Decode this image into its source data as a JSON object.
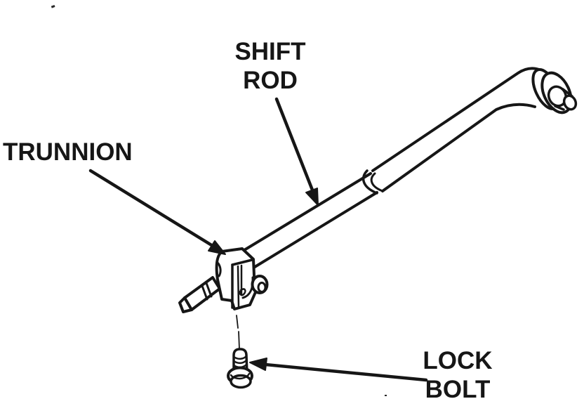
{
  "figure": {
    "background_color": "#ffffff",
    "ink_color": "#161616",
    "labels": {
      "shift_rod": {
        "line1": "SHIFT",
        "line2": "ROD"
      },
      "trunnion": {
        "line1": "TRUNNION"
      },
      "lock_bolt": {
        "line1": "LOCK",
        "line2": "BOLT"
      }
    }
  }
}
